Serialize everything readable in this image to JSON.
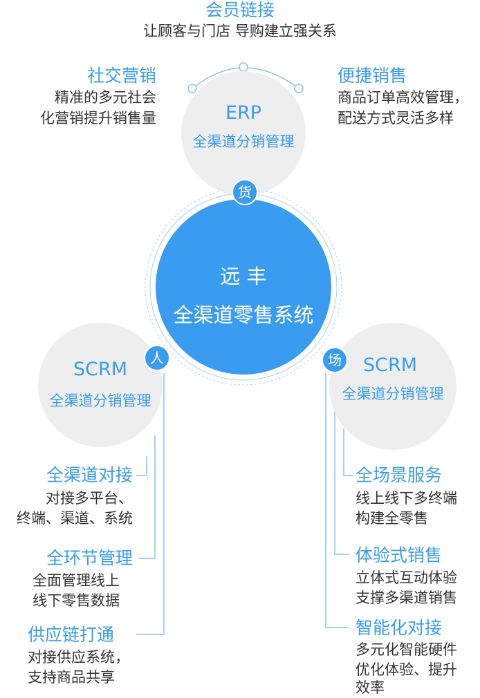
{
  "colors": {
    "accent": "#3a9cf0",
    "text": "#333333",
    "circle_gray": "#eeeeee",
    "line": "#88c2f4"
  },
  "top": {
    "title": "会员链接",
    "subtitle": "让顾客与门店  导购建立强关系"
  },
  "upper_left": {
    "title": "社交营销",
    "lines": [
      "精准的多元社会",
      "化营销提升销售量"
    ]
  },
  "upper_right": {
    "title": "便捷销售",
    "lines": [
      "商品订单高效管理，",
      "配送方式灵活多样"
    ]
  },
  "erp_circle": {
    "name": "ERP",
    "label": "全渠道分销管理",
    "badge": "货"
  },
  "center_circle": {
    "line1": "远 丰",
    "line2": "全渠道零售系统"
  },
  "scrm_left": {
    "name": "SCRM",
    "label": "全渠道分销管理",
    "badge": "人"
  },
  "scrm_right": {
    "name": "SCRM",
    "label": "全渠道分销管理",
    "badge": "场"
  },
  "left_items": [
    {
      "title": "全渠道对接",
      "lines": [
        "对接多平台、",
        "终端、渠道、系统"
      ]
    },
    {
      "title": "全环节管理",
      "lines": [
        "全面管理线上",
        "线下零售数据"
      ]
    },
    {
      "title": "供应链打通",
      "lines": [
        "对接供应系统，",
        "支持商品共享"
      ]
    }
  ],
  "right_items": [
    {
      "title": "全场景服务",
      "lines": [
        "线上线下多终端",
        "构建全零售"
      ]
    },
    {
      "title": "体验式销售",
      "lines": [
        "立体式互动体验",
        "支撑多渠道销售"
      ]
    },
    {
      "title": "智能化对接",
      "lines": [
        "多元化智能硬件",
        "优化体验、提升",
        "效率"
      ]
    }
  ]
}
